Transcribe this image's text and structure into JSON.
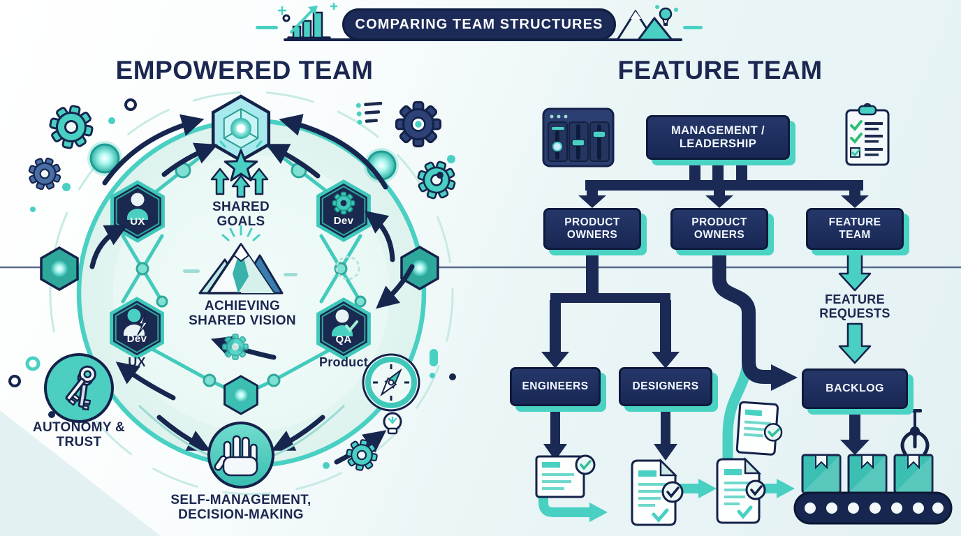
{
  "banner": {
    "title": "COMPARING TEAM STRUCTURES"
  },
  "empowered": {
    "title": "EMPOWERED TEAM",
    "shared_goals": "SHARED GOALS",
    "shared_vision": "ACHIEVING SHARED VISION",
    "hex_top_left_label": "UX",
    "hex_top_right_label": "Dev",
    "hex_bottom_left_label": "Dev",
    "hex_bottom_left_caption": "UX",
    "hex_bottom_right_label": "QA",
    "hex_bottom_right_caption": "Product",
    "autonomy_label": "AUTONOMY & TRUST",
    "self_management_label": "SELF-MANAGEMENT, DECISION-MAKING"
  },
  "feature": {
    "title": "FEATURE TEAM",
    "management_box": "MANAGEMENT / LEADERSHIP",
    "product_owners_box_1": "PRODUCT OWNERS",
    "product_owners_box_2": "PRODUCT OWNERS",
    "feature_team_box": "FEATURE TEAM",
    "feature_requests_label": "FEATURE REQUESTS",
    "engineers_box": "ENGINEERS",
    "designers_box": "DESIGNERS",
    "backlog_box": "BACKLOG"
  },
  "icons": {
    "banner": [
      "bar-chart-icon",
      "mountains-icon"
    ],
    "empowered": [
      "glowing-cube",
      "star",
      "up-arrows",
      "mountain",
      "person",
      "gear",
      "lightning",
      "check",
      "keys",
      "hand",
      "compass",
      "lightbulb"
    ],
    "feature": [
      "sliders-panel",
      "clipboard-checklist",
      "document-check",
      "conveyor-belt",
      "claw"
    ]
  },
  "colors": {
    "navy": "#1d2c5c",
    "navy_dark": "#14224a",
    "teal": "#49d0c3",
    "circle_fill": "#e0f4f1",
    "background": "#e9f4f5",
    "text_navy": "#1b2750",
    "white": "#ffffff"
  }
}
